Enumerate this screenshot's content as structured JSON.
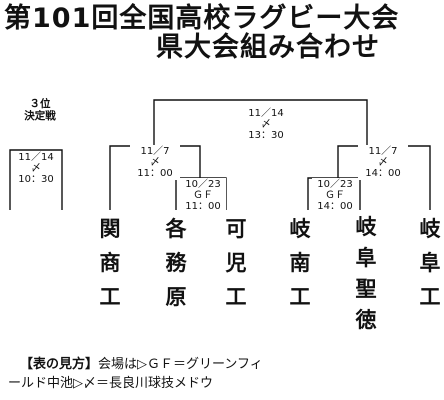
{
  "header": {
    "title_line1": "第101回全国高校ラグビー大会",
    "title_line2": "県大会組み合わせ"
  },
  "third_place": {
    "label_line1": "３位",
    "label_line2": "決定戦",
    "date": "11／14",
    "venue": "〆",
    "time": "10：30"
  },
  "final": {
    "date": "11／14",
    "venue": "〆",
    "time": "13：30"
  },
  "semifinal_left": {
    "date": "11／7",
    "venue": "〆",
    "time": "11：00"
  },
  "semifinal_right": {
    "date": "11／7",
    "venue": "〆",
    "time": "14：00"
  },
  "quarter_left": {
    "date": "10／23",
    "venue": "ＧＦ",
    "time": "11：00"
  },
  "quarter_right": {
    "date": "10／23",
    "venue": "ＧＦ",
    "time": "14：00"
  },
  "teams": [
    {
      "chars": [
        "関",
        "商",
        "工"
      ]
    },
    {
      "chars": [
        "各",
        "務",
        "原"
      ]
    },
    {
      "chars": [
        "可",
        "児",
        "工"
      ]
    },
    {
      "chars": [
        "岐",
        "南",
        "工"
      ]
    },
    {
      "chars": [
        "岐",
        "阜",
        "聖",
        "徳"
      ]
    },
    {
      "chars": [
        "岐",
        "阜",
        "工"
      ]
    }
  ],
  "legend": {
    "heading": "【表の見方】",
    "line1": "会場は▷ＧＦ＝グリーンフィ",
    "line2": "ールド中池▷〆＝長良川球技メドウ"
  }
}
